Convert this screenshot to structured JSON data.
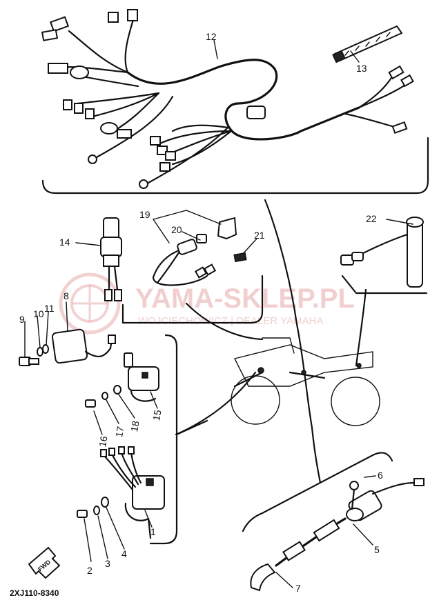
{
  "parts": [
    {
      "id": "p1",
      "label": "1"
    },
    {
      "id": "p2",
      "label": "2"
    },
    {
      "id": "p3",
      "label": "3"
    },
    {
      "id": "p4",
      "label": "4"
    },
    {
      "id": "p5",
      "label": "5"
    },
    {
      "id": "p6",
      "label": "6"
    },
    {
      "id": "p7",
      "label": "7"
    },
    {
      "id": "p8",
      "label": "8"
    },
    {
      "id": "p9",
      "label": "9"
    },
    {
      "id": "p10",
      "label": "10"
    },
    {
      "id": "p11",
      "label": "11"
    },
    {
      "id": "p12",
      "label": "12"
    },
    {
      "id": "p13",
      "label": "13"
    },
    {
      "id": "p14",
      "label": "14"
    },
    {
      "id": "p15",
      "label": "15"
    },
    {
      "id": "p16",
      "label": "16"
    },
    {
      "id": "p17",
      "label": "17"
    },
    {
      "id": "p18",
      "label": "18"
    },
    {
      "id": "p19",
      "label": "19"
    },
    {
      "id": "p20",
      "label": "20"
    },
    {
      "id": "p21",
      "label": "21"
    },
    {
      "id": "p22",
      "label": "22"
    }
  ],
  "diagram_code": "2XJ110-8340",
  "direction_marker": "FWD",
  "watermark": {
    "brand": "YAMA-SKLEP.PL",
    "subtitle": "WOJCIECHOWICZ | DEALER YAMAHA",
    "color": "#e9a9a9"
  }
}
